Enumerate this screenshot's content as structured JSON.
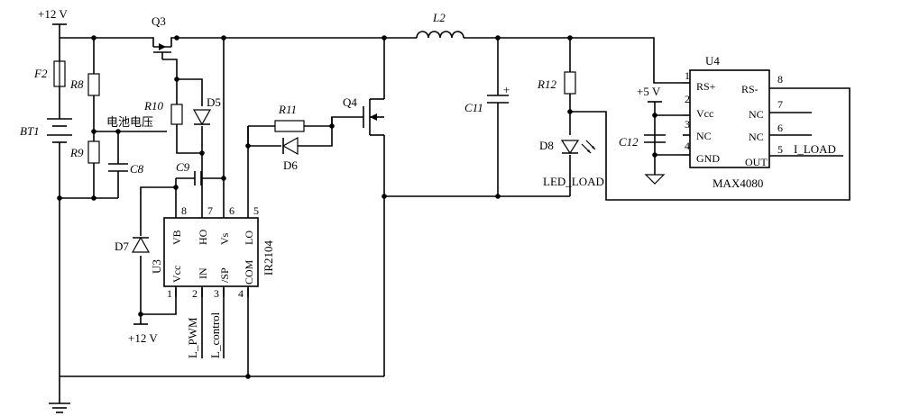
{
  "labels": {
    "vcc_top": "+12 V",
    "vcc_bottom": "+12 V",
    "vcc_5v": "+5 V",
    "battery_voltage_cn": "电池电压",
    "led_load": "LED_LOAD",
    "i_load": "I_LOAD",
    "l_pwm": "L_PWM",
    "l_control": "L_control"
  },
  "components": {
    "F2": "F2",
    "BT1": "BT1",
    "R8": "R8",
    "R9": "R9",
    "C8": "C8",
    "Q3": "Q3",
    "R10": "R10",
    "D5": "D5",
    "C9": "C9",
    "D7": "D7",
    "U3": "U3",
    "R11": "R11",
    "D6": "D6",
    "Q4": "Q4",
    "L2": "L2",
    "C11": "C11",
    "C11_plus": "+",
    "R12": "R12",
    "D8": "D8",
    "C12": "C12",
    "U4": "U4"
  },
  "ir2104": {
    "name": "IR2104",
    "top_pins": [
      {
        "num": "8",
        "name": "VB"
      },
      {
        "num": "7",
        "name": "HO"
      },
      {
        "num": "6",
        "name": "Vs"
      },
      {
        "num": "5",
        "name": "LO"
      }
    ],
    "bottom_pins": [
      {
        "num": "1",
        "name": "Vcc"
      },
      {
        "num": "2",
        "name": "IN"
      },
      {
        "num": "3",
        "name": "/SP"
      },
      {
        "num": "4",
        "name": "COM"
      }
    ]
  },
  "max4080": {
    "name": "MAX4080",
    "left_pins": [
      {
        "num": "1",
        "name": "RS+"
      },
      {
        "num": "2",
        "name": "Vcc"
      },
      {
        "num": "3",
        "name": "NC"
      },
      {
        "num": "4",
        "name": "GND"
      }
    ],
    "right_pins": [
      {
        "num": "8",
        "name": "RS-"
      },
      {
        "num": "7",
        "name": "NC"
      },
      {
        "num": "6",
        "name": "NC"
      },
      {
        "num": "5",
        "name": "OUT"
      }
    ]
  }
}
